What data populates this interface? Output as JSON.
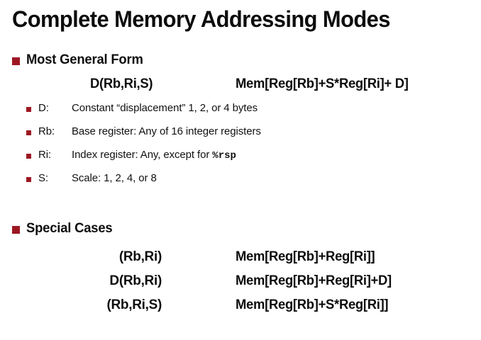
{
  "slide": {
    "title": "Complete Memory Addressing Modes",
    "background_color": "#ffffff",
    "text_color": "#111111",
    "bullet_color": "#9c1722"
  },
  "sections": {
    "general": {
      "heading": "Most General Form",
      "syntax": "D(Rb,Ri,S)",
      "meaning": "Mem[Reg[Rb]+S*Reg[Ri]+ D]",
      "definitions": [
        {
          "key": "D:",
          "desc": "Constant “displacement” 1, 2, or 4 bytes",
          "desc_pre": "Constant “displacement” 1, 2, or 4 bytes",
          "desc_mono": "",
          "desc_post": ""
        },
        {
          "key": "Rb:",
          "desc": "Base register: Any of 16 integer registers",
          "desc_pre": "Base register: Any of 16 integer registers",
          "desc_mono": "",
          "desc_post": ""
        },
        {
          "key": "Ri:",
          "desc": "Index register: Any, except for %rsp",
          "desc_pre": "Index register: Any, except for ",
          "desc_mono": "%rsp",
          "desc_post": ""
        },
        {
          "key": "S:",
          "desc": "Scale: 1, 2, 4, or 8",
          "desc_pre": "Scale: 1, 2, 4, or 8",
          "desc_mono": "",
          "desc_post": ""
        }
      ]
    },
    "special": {
      "heading": "Special Cases",
      "cases": [
        {
          "syntax": "(Rb,Ri)",
          "meaning": "Mem[Reg[Rb]+Reg[Ri]]"
        },
        {
          "syntax": "D(Rb,Ri)",
          "meaning": "Mem[Reg[Rb]+Reg[Ri]+D]"
        },
        {
          "syntax": "(Rb,Ri,S)",
          "meaning": "Mem[Reg[Rb]+S*Reg[Ri]]"
        }
      ]
    }
  }
}
